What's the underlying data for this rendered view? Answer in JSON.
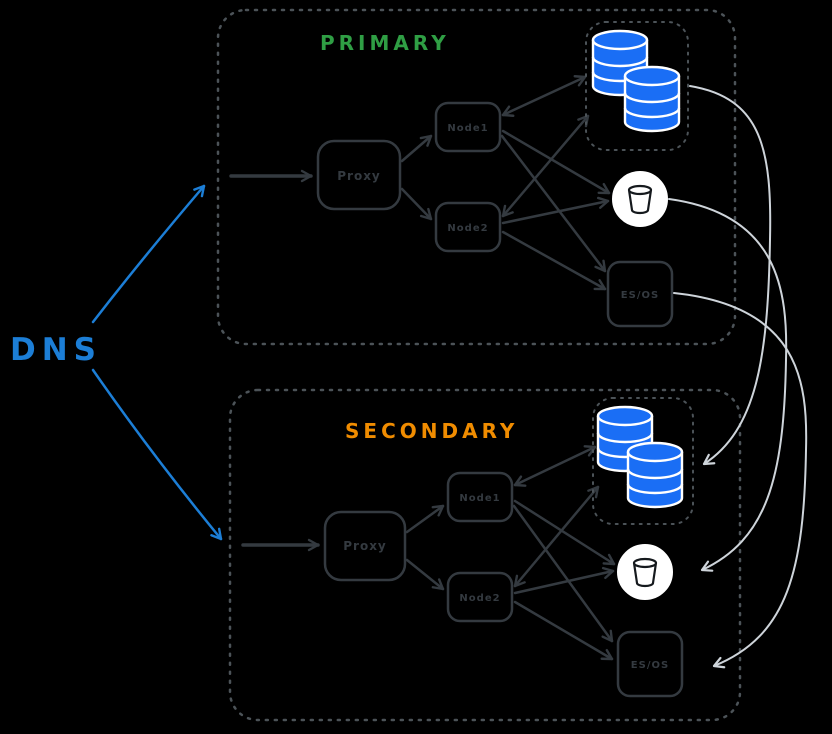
{
  "colors": {
    "background": "#000000",
    "blue": "#1c7ed6",
    "green": "#2f9e44",
    "orange": "#f08c00",
    "dark_stroke": "#343a40",
    "region_border": "#4c5358",
    "light_gray": "#ced4da",
    "db_fill": "#1a6ef5",
    "white": "#ffffff"
  },
  "dns_label": "DNS",
  "regions": [
    {
      "label": "PRIMARY",
      "proxy": "Proxy",
      "node1": "Node1",
      "node2": "Node2",
      "es": "ES/OS"
    },
    {
      "label": "SECONDARY",
      "proxy": "Proxy",
      "node1": "Node1",
      "node2": "Node2",
      "es": "ES/OS"
    }
  ],
  "icons": {
    "database": "database-cylinders-icon",
    "bucket": "s3-bucket-icon"
  },
  "edges": [
    {
      "from": "dns",
      "to": "primary"
    },
    {
      "from": "dns",
      "to": "secondary"
    },
    {
      "from": "proxy",
      "to": "node1"
    },
    {
      "from": "proxy",
      "to": "node2"
    },
    {
      "from": "node1",
      "to": "database",
      "bidirectional": true
    },
    {
      "from": "node2",
      "to": "database",
      "bidirectional": true
    },
    {
      "from": "node1",
      "to": "bucket"
    },
    {
      "from": "node2",
      "to": "bucket"
    },
    {
      "from": "node1",
      "to": "es_os"
    },
    {
      "from": "node2",
      "to": "es_os"
    },
    {
      "from": "primary.database",
      "to": "secondary.database",
      "type": "replication"
    },
    {
      "from": "primary.bucket",
      "to": "secondary.bucket",
      "type": "replication"
    },
    {
      "from": "primary.es_os",
      "to": "secondary.es_os",
      "type": "replication"
    }
  ]
}
